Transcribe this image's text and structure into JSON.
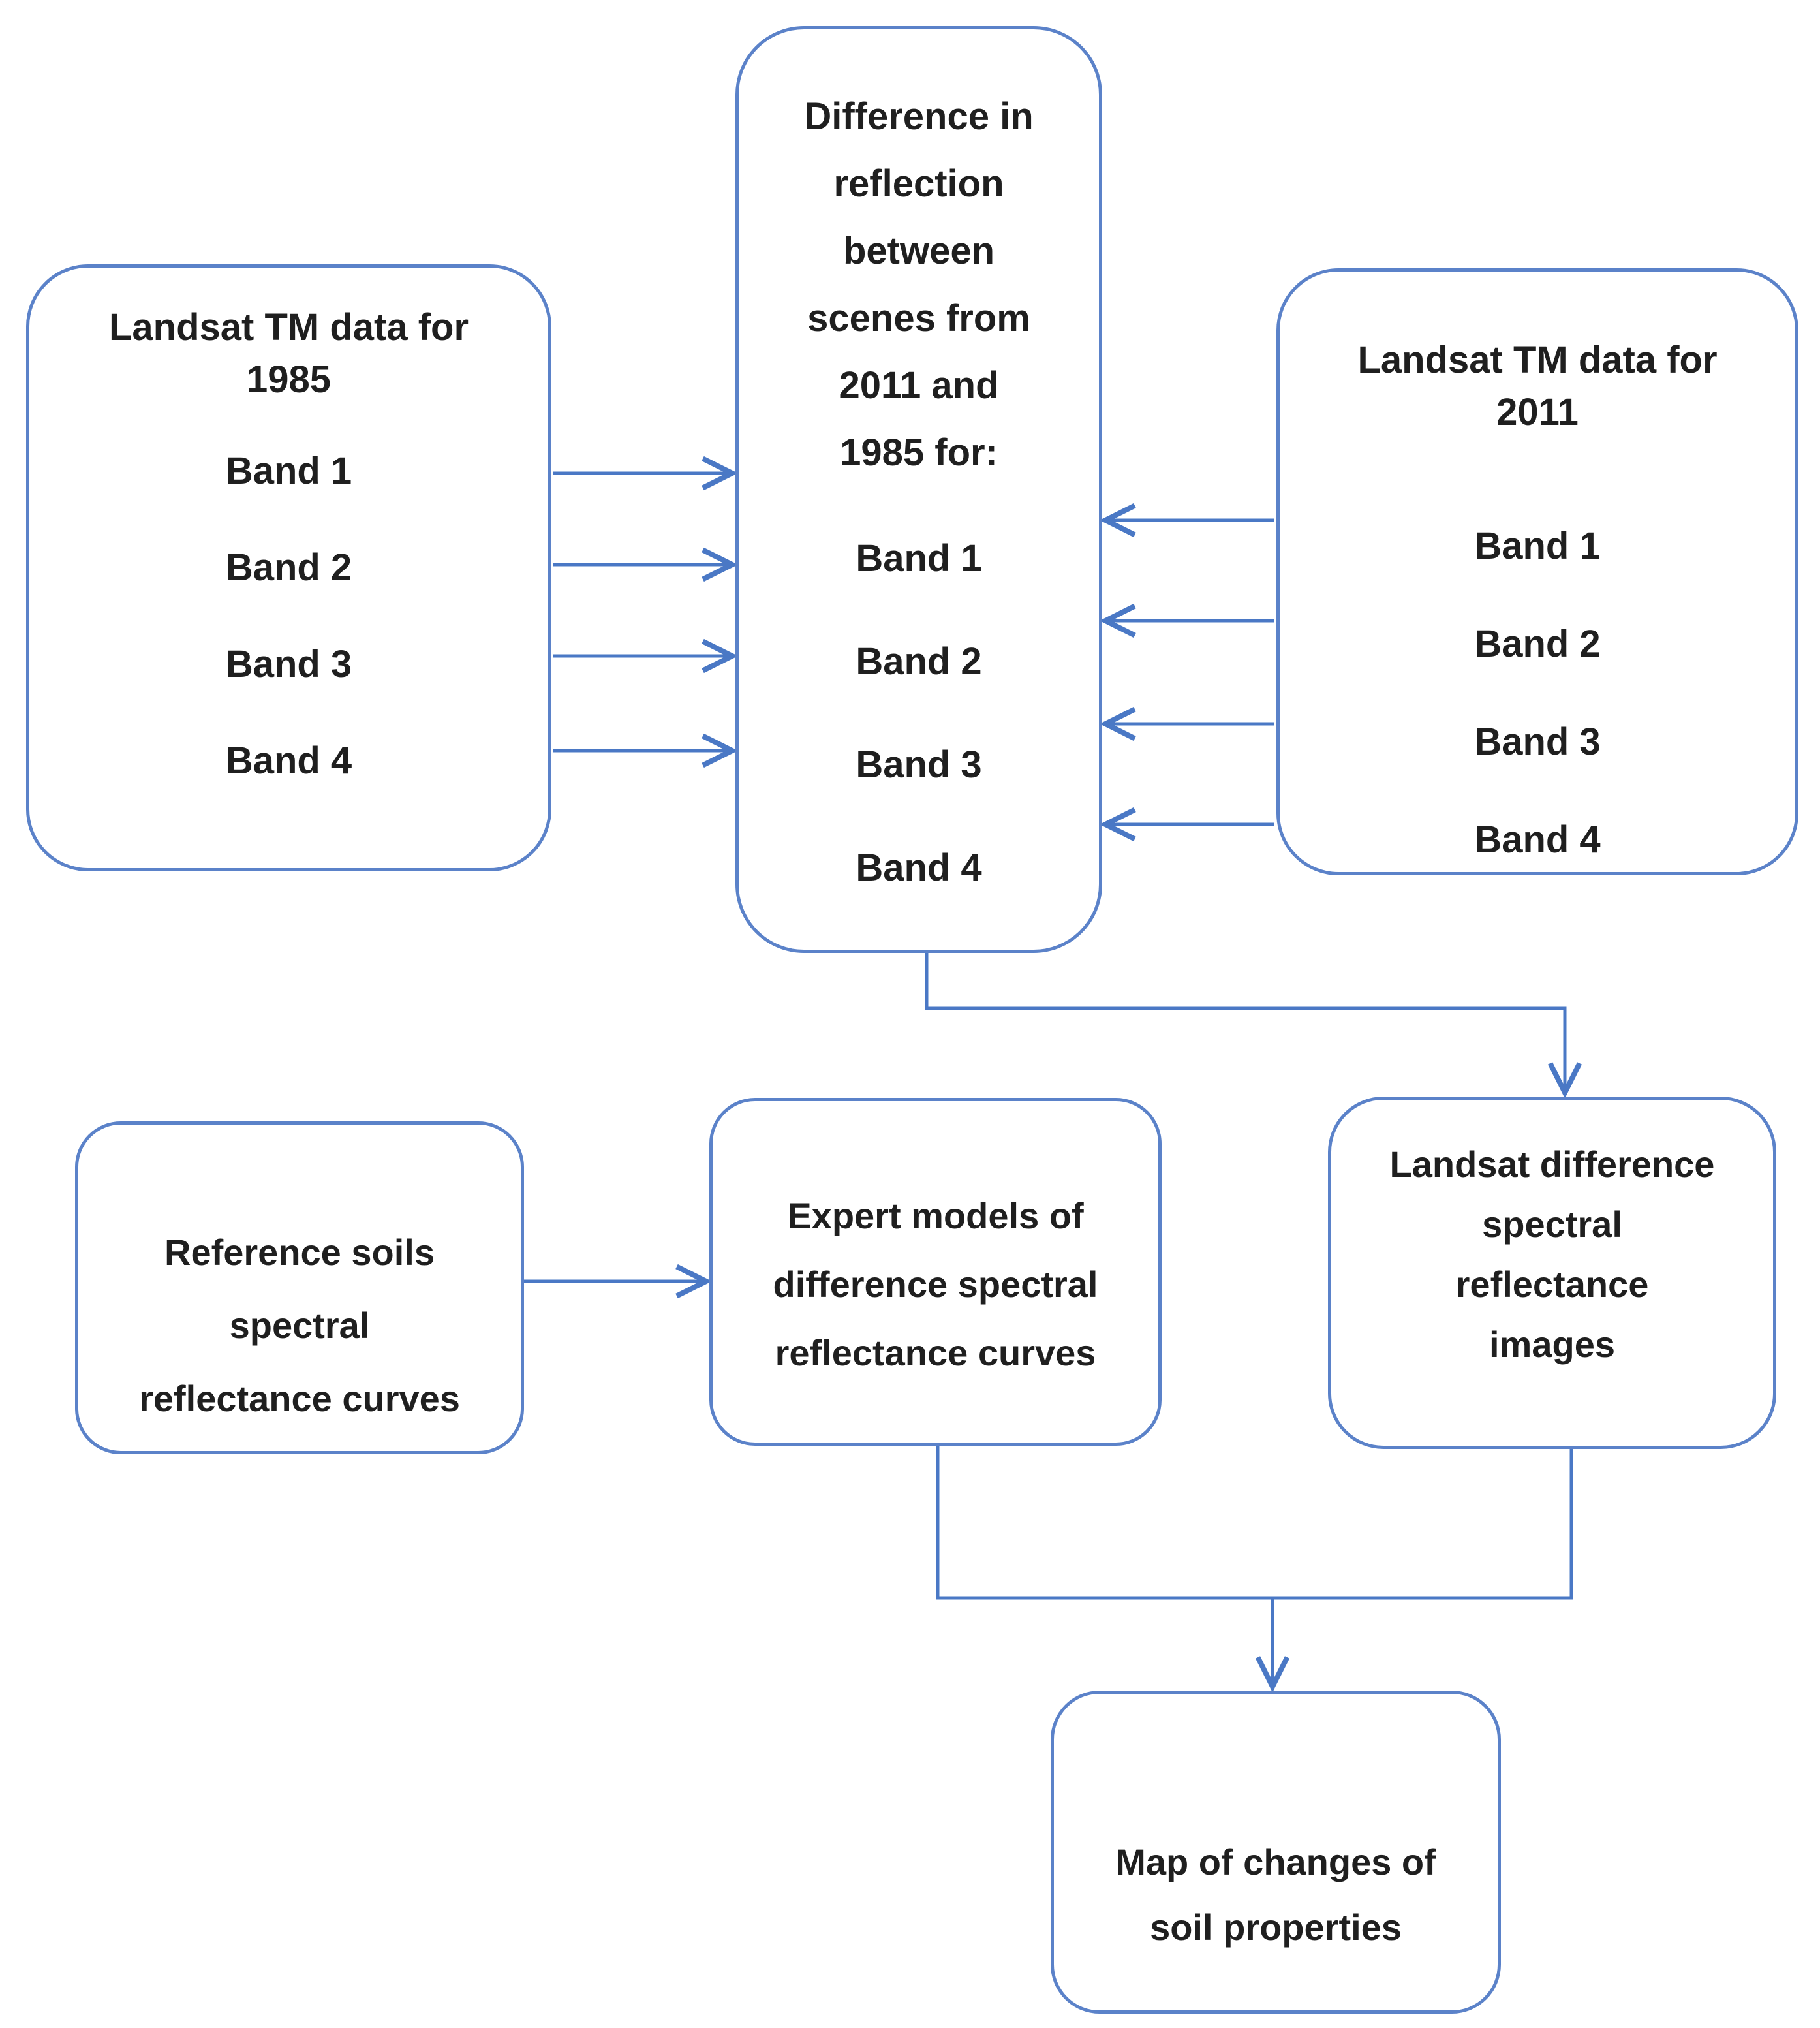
{
  "diagram": {
    "accent_color": "#4a78c5",
    "box_border_color": "#5b82c9",
    "text_color": "#1f1f1f",
    "boxes": {
      "landsat1985": {
        "title_lines": [
          "Landsat TM data for",
          "1985"
        ],
        "bands": [
          "Band 1",
          "Band 2",
          "Band 3",
          "Band 4"
        ]
      },
      "difference": {
        "title_lines": [
          "Difference in",
          "reflection",
          "between",
          "scenes from",
          "2011 and",
          "1985 for:"
        ],
        "bands": [
          "Band 1",
          "Band 2",
          "Band 3",
          "Band 4"
        ]
      },
      "landsat2011": {
        "title_lines": [
          "Landsat TM data for",
          "2011"
        ],
        "bands": [
          "Band 1",
          "Band 2",
          "Band 3",
          "Band 4"
        ]
      },
      "referenceSoils": {
        "lines": [
          "Reference soils",
          "spectral",
          "reflectance curves"
        ]
      },
      "expertModels": {
        "lines": [
          "Expert models of",
          "difference spectral",
          "reflectance curves"
        ]
      },
      "landsatDifferenceImages": {
        "lines": [
          "Landsat difference",
          "spectral",
          "reflectance",
          "images"
        ]
      },
      "mapChanges": {
        "lines": [
          "Map of changes of",
          "soil properties"
        ]
      }
    }
  }
}
